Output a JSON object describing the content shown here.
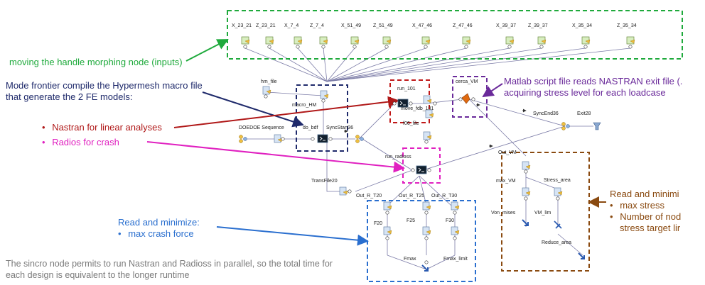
{
  "colors": {
    "green": "#1faa3c",
    "navy": "#1f2a6b",
    "red": "#b01818",
    "magenta": "#e020c0",
    "purple": "#6a2a9a",
    "blue": "#2a6fcf",
    "brown": "#8a4a10",
    "gray": "#7a7a7a",
    "wire": "#7a7aa6"
  },
  "annotations": {
    "inputs": "moving the handle morphing node (inputs)",
    "compile_line1": "Mode frontier compile the Hypermesh macro file",
    "compile_line2": "that generate the 2 FE models:",
    "nastran": "Nastran for linear analyses",
    "radios": "Radios for crash",
    "matlab_line1": "Matlab script file reads NASTRAN exit file (.",
    "matlab_line2": "acquiring stress level for each loadcase",
    "read_min_right_title": "Read and minimi",
    "read_min_right_b1": "max stress",
    "read_min_right_b2_l1": "Number of nod",
    "read_min_right_b2_l2": "stress target lir",
    "read_min_left_title": "Read and minimize:",
    "read_min_left_b1": "max crash force",
    "sincro_line1": "The sincro node permits to run Nastran and Radioss in parallel, so the total time for",
    "sincro_line2": "each design is equivalent to the longer runtime",
    "bullet": "•"
  },
  "input_nodes": [
    "X_23_21",
    "Z_23_21",
    "X_7_4",
    "Z_7_4",
    "X_51_49",
    "Z_51_49",
    "X_47_46",
    "Z_47_46",
    "X_39_37",
    "Z_39_37",
    "X_35_34",
    "Z_35_34"
  ],
  "workflow_labels": {
    "hm_file": "hm_file",
    "macro_hm": "macro_HM",
    "do_bdf": "do_bdf",
    "doe_sequence": "DOEDOE Sequence",
    "sync_start": "SyncStart36",
    "run_101": "run_101",
    "move_fdb_101": "move_fdb_101",
    "f06_file": "f06_file",
    "cerca_vm": "cerca_VM",
    "sync_end": "SyncEnd36",
    "exit": "Exit28",
    "run_radioss": "run_radioss",
    "trans_file": "TransFile20",
    "out_r_t20": "Out_R_T20",
    "out_r_t25": "Out_R_T25",
    "out_r_t30": "Out_R_T30",
    "f20": "F20",
    "f25": "F25",
    "f30": "F30",
    "fmax": "Fmax",
    "fmax_limit": "Fmax_limit",
    "out_vm": "Out_VM",
    "max_vm": "max_VM",
    "stress_area": "Stress_area",
    "von_mises": "Von_mises",
    "vm_lim": "VM_lim",
    "reduce_area": "Reduce_area"
  }
}
